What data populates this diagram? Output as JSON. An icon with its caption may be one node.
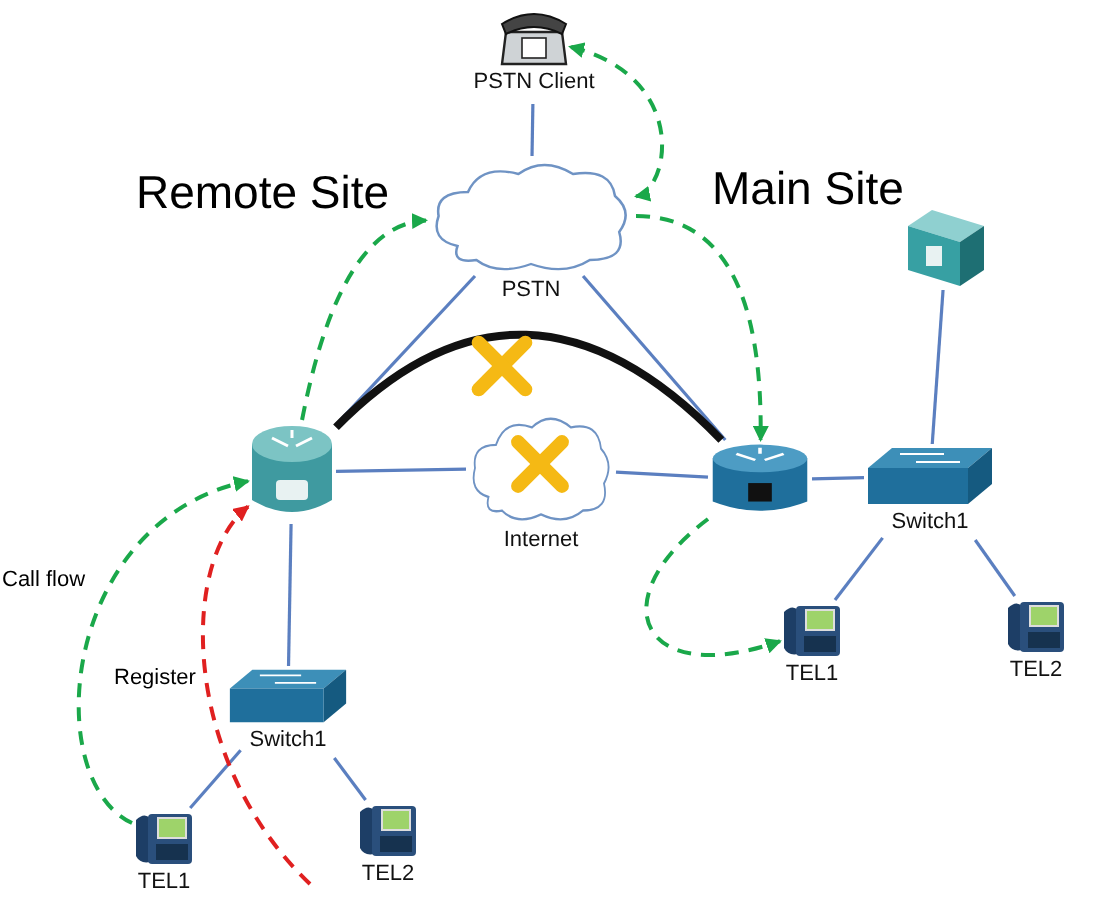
{
  "diagram": {
    "nodes": [
      {
        "text": [
          "PSTN Client"
        ]
      },
      {
        "text": [
          "PSTN"
        ]
      },
      {
        "text": [
          "Internet"
        ]
      },
      {
        "text": [],
        "shape": "router"
      },
      {
        "text": [],
        "shape": "router"
      },
      {
        "text": [],
        "shape": "server"
      },
      {
        "text": [
          "Switch1"
        ]
      },
      {
        "text": [
          "TEL1"
        ]
      },
      {
        "text": [
          "TEL2"
        ]
      },
      {
        "text": [
          "Switch1"
        ]
      },
      {
        "text": [
          "TEL1"
        ]
      },
      {
        "text": [
          "TEL2"
        ]
      }
    ],
    "edges": [
      {
        "from": 0,
        "to": 1,
        "arrow": "none"
      },
      {
        "from": 1,
        "to": 3,
        "arrow": "none"
      },
      {
        "from": 1,
        "to": 4,
        "arrow": "none"
      },
      {
        "from": 3,
        "to": 2,
        "arrow": "none"
      },
      {
        "from": 2,
        "to": 4,
        "arrow": "none"
      },
      {
        "from": 3,
        "to": 4,
        "arrow": "none",
        "style": "thick",
        "color": "#111111"
      },
      {
        "from": 5,
        "to": 6,
        "arrow": "none"
      },
      {
        "from": 4,
        "to": 6,
        "arrow": "none"
      },
      {
        "from": 6,
        "to": 7,
        "arrow": "none"
      },
      {
        "from": 6,
        "to": 8,
        "arrow": "none"
      },
      {
        "from": 3,
        "to": 9,
        "arrow": "none"
      },
      {
        "from": 9,
        "to": 10,
        "arrow": "none"
      },
      {
        "from": 9,
        "to": 11,
        "arrow": "none"
      },
      {
        "from": 10,
        "to": 3,
        "arrow": "to",
        "style": "dashed",
        "color": "#1aa84a"
      },
      {
        "from": 3,
        "to": 1,
        "arrow": "to",
        "style": "dashed",
        "color": "#1aa84a"
      },
      {
        "from": 1,
        "to": 0,
        "arrow": "both",
        "style": "dashed",
        "color": "#1aa84a"
      },
      {
        "from": 1,
        "to": 4,
        "arrow": "to",
        "style": "dashed",
        "color": "#1aa84a"
      },
      {
        "from": 4,
        "to": 7,
        "arrow": "to",
        "style": "dashed",
        "color": "#1aa84a"
      },
      {
        "from": null,
        "to": 3,
        "arrow": "to",
        "style": "dashed",
        "color": "#e02020"
      }
    ],
    "labels": [
      "Remote Site",
      "Main Site",
      "Call flow",
      "Register"
    ]
  }
}
